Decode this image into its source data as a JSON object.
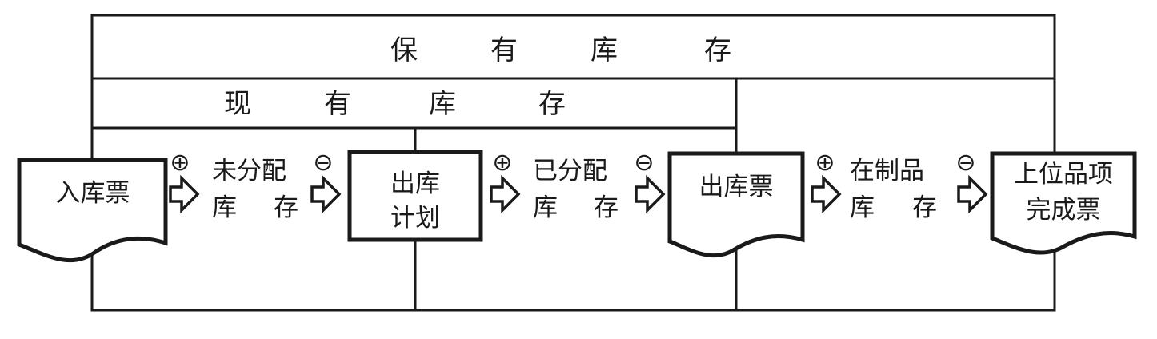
{
  "header": {
    "top_chars": [
      "保",
      "有",
      "库",
      "存"
    ],
    "sub_chars": [
      "现",
      "有",
      "库",
      "存"
    ]
  },
  "documents": {
    "receipt": [
      "入库票"
    ],
    "issue": [
      "出库票"
    ],
    "parent_complete": [
      "上位品项",
      "完成票"
    ]
  },
  "plan_box": [
    "出库",
    "计划"
  ],
  "stocks": {
    "unallocated": [
      "未分配",
      "库",
      "存"
    ],
    "allocated": [
      "已分配",
      "库",
      "存"
    ],
    "wip": [
      "在制品",
      "库",
      "存"
    ]
  },
  "signs": {
    "plus": "⊕",
    "minus": "⊖"
  },
  "colors": {
    "line": "#1a1a1a",
    "background": "#ffffff"
  }
}
